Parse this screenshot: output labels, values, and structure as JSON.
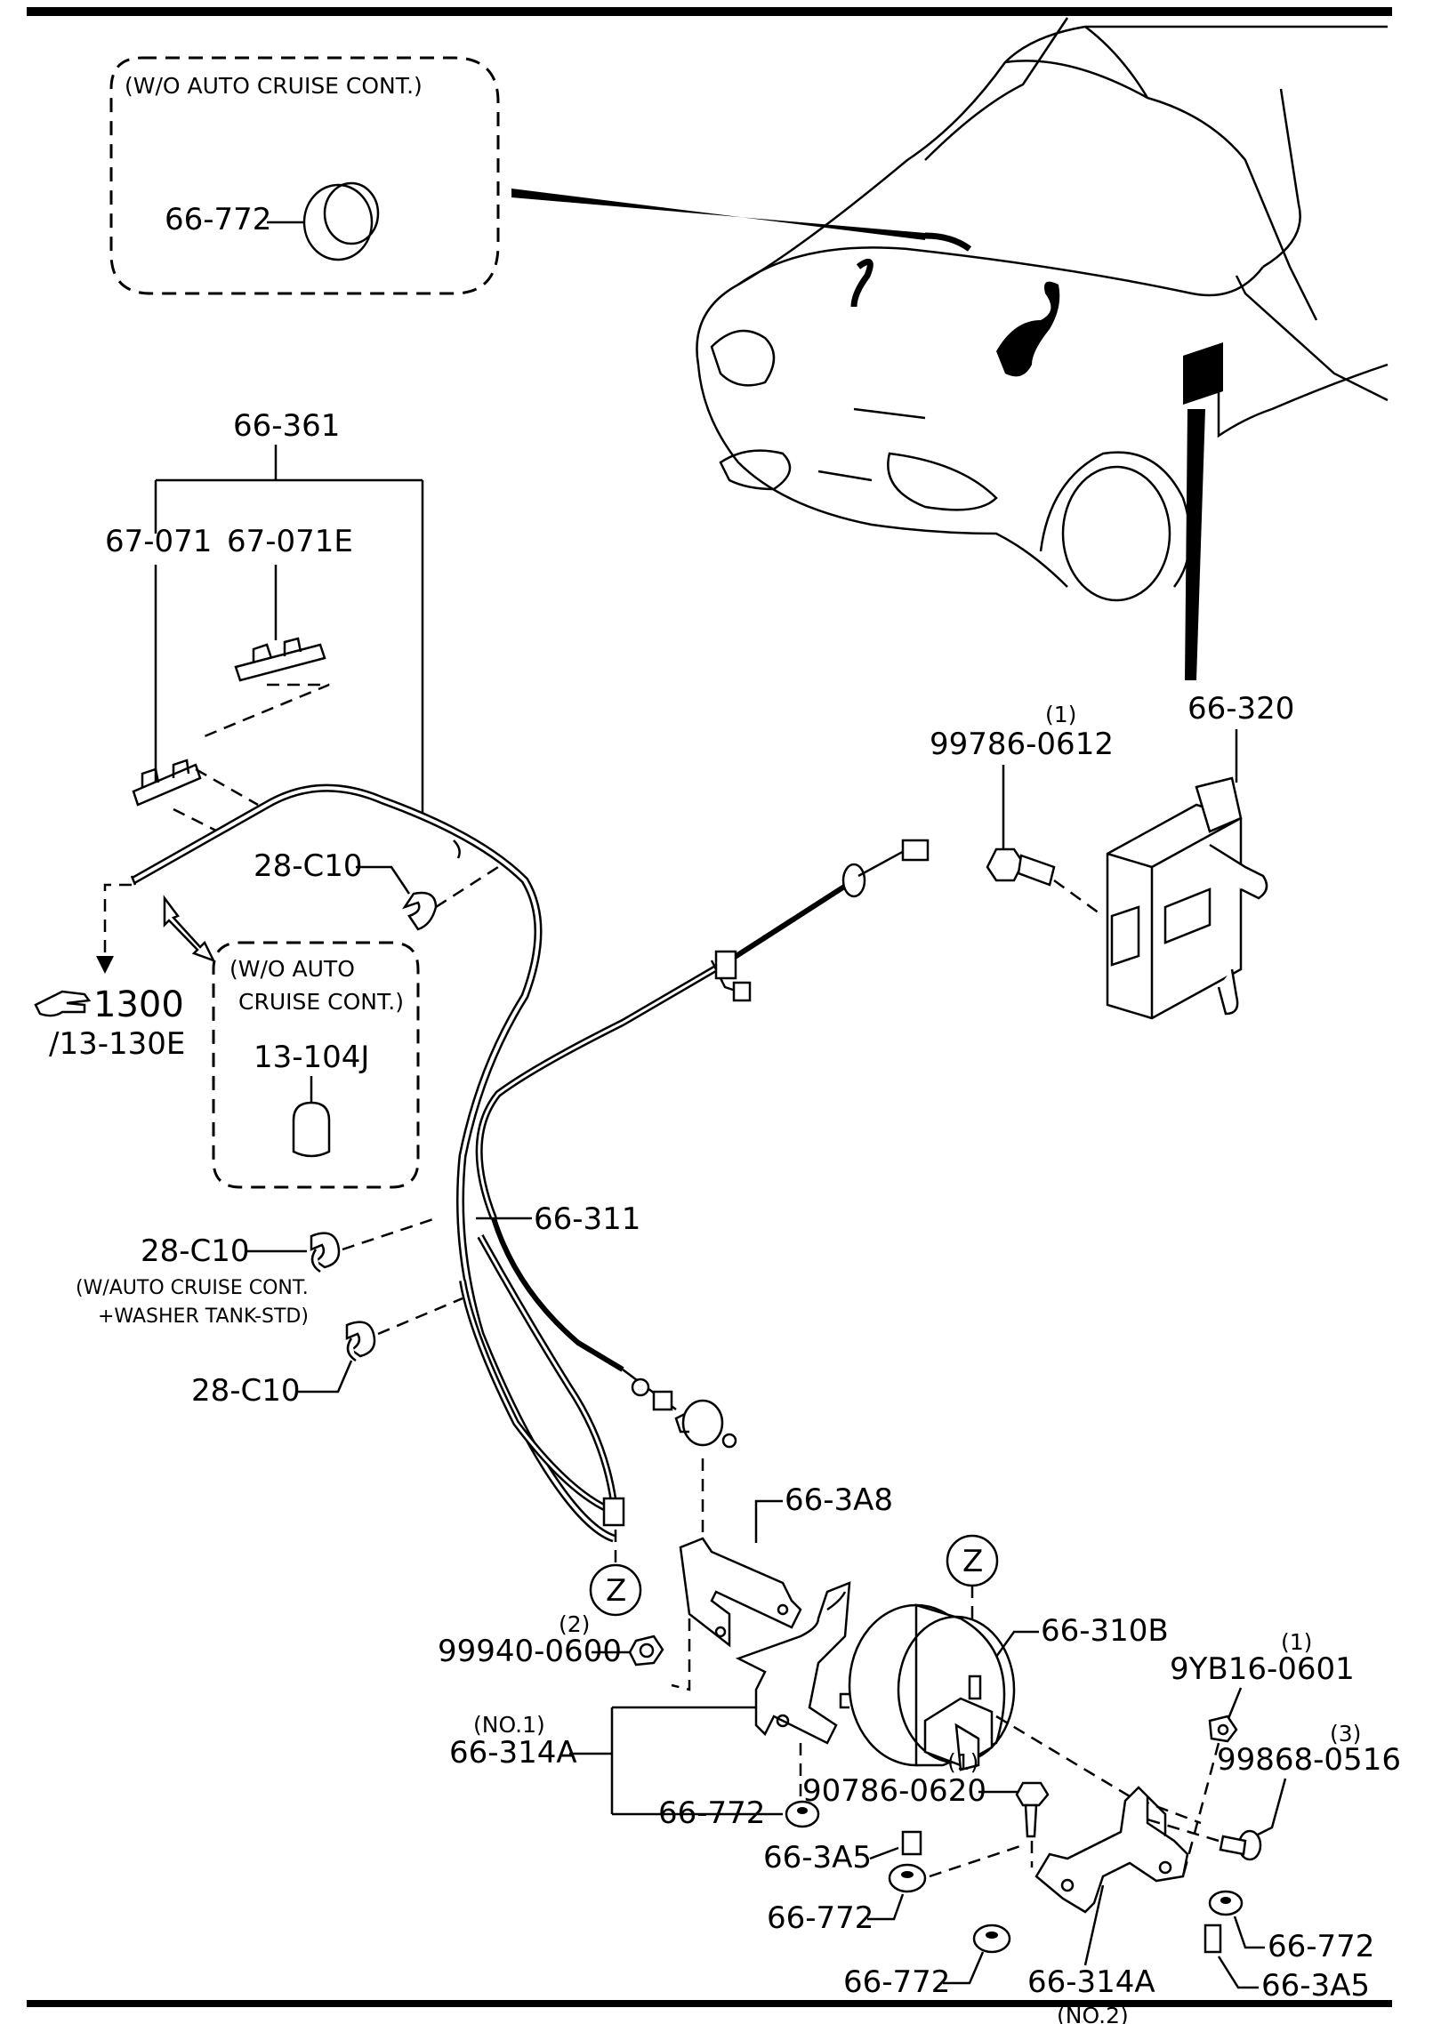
{
  "boxes": {
    "top_note": "(W/O AUTO CRUISE CONT.)",
    "mid_note_line1": "(W/O AUTO",
    "mid_note_line2": "CRUISE CONT.)"
  },
  "labels": {
    "cap_top": "66-772",
    "p66_361": "66-361",
    "p67_071": "67-071",
    "p67_071E": "67-071E",
    "p28_c10_a": "28-C10",
    "ref_1300": "1300",
    "ref_13_130E": "/13-130E",
    "p13_104J": "13-104J",
    "p66_311": "66-311",
    "p28_c10_b": "28-C10",
    "note_washer_1": "(W/AUTO CRUISE CONT.",
    "note_washer_2": "+WASHER TANK-STD)",
    "p28_c10_c": "28-C10",
    "qty_99786": "(1)",
    "p99786": "99786-0612",
    "p66_320": "66-320",
    "p66_3A8": "66-3A8",
    "z_left": "Z",
    "z_right": "Z",
    "qty_99940": "(2)",
    "p99940": "99940-0600",
    "no1": "(NO.1)",
    "p66_314A_1": "66-314A",
    "p66_772_a": "66-772",
    "p66_3A5_a": "66-3A5",
    "p66_772_b": "66-772",
    "p66_772_c": "66-772",
    "p66_310B": "66-310B",
    "qty_9YB16": "(1)",
    "p9YB16": "9YB16-0601",
    "qty_99868": "(3)",
    "p99868": "99868-0516",
    "qty_90786": "(1)",
    "p90786": "90786-0620",
    "p66_772_d": "66-772",
    "p66_3A5_b": "66-3A5",
    "p66_314A_2": "66-314A",
    "no2": "(NO.2)"
  },
  "icons": {
    "reference": "pointing-hand-icon",
    "swap": "double-arrow-icon"
  }
}
